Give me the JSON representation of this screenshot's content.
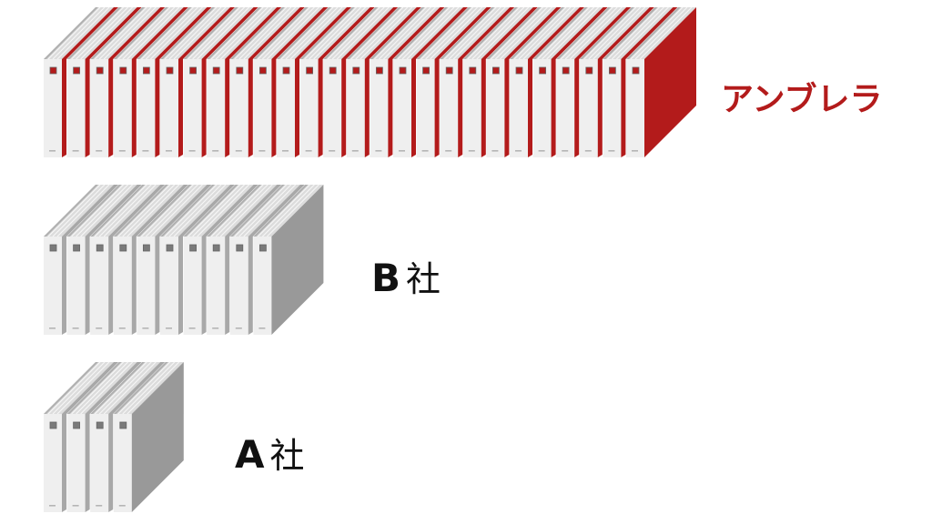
{
  "rows": [
    {
      "id": "umbrella",
      "label": "アンブレラ",
      "count": 26,
      "accent": "#b31b1b",
      "label_color": "#b31b1b"
    },
    {
      "id": "b",
      "label_latin": "B",
      "label_kanji": "社",
      "count": 10,
      "accent": "#9a9a9a",
      "label_color": "#111111"
    },
    {
      "id": "a",
      "label_latin": "A",
      "label_kanji": "社",
      "count": 4,
      "accent": "#9a9a9a",
      "label_color": "#111111"
    }
  ],
  "colors": {
    "spine": "#efefef",
    "pages": "#dcdcdc",
    "gray_side": "#999999",
    "gray_square": "#7a7a7a",
    "red_square": "#b31b1b",
    "dash": "#b5b5b5"
  }
}
